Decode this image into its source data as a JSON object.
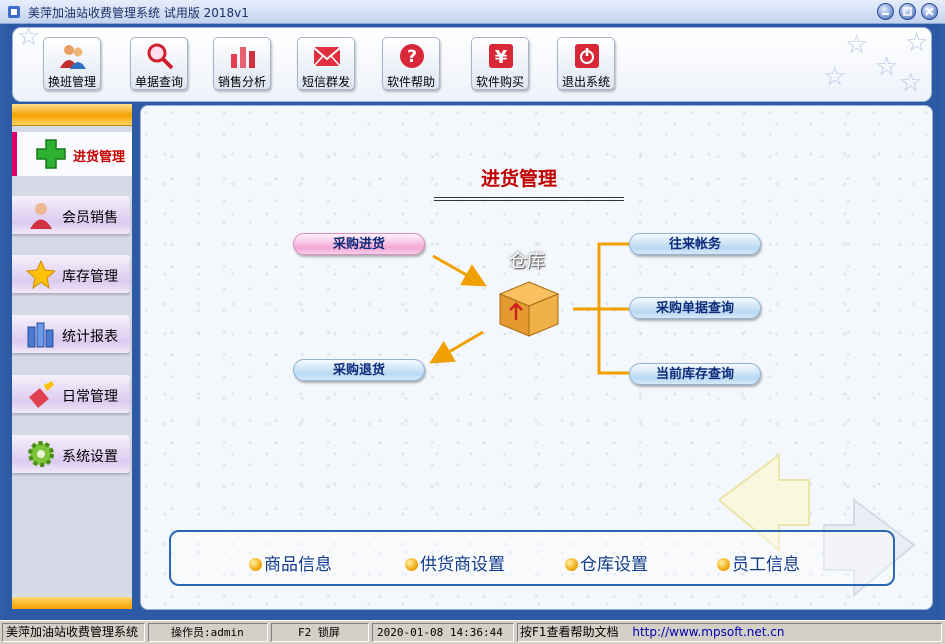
{
  "window": {
    "title": "美萍加油站收费管理系统 试用版 2018v1"
  },
  "toolbar": {
    "buttons": [
      {
        "label": "换班管理",
        "icon": "people-icon"
      },
      {
        "label": "单据查询",
        "icon": "magnifier-icon"
      },
      {
        "label": "销售分析",
        "icon": "bar-chart-icon"
      },
      {
        "label": "短信群发",
        "icon": "envelope-icon"
      },
      {
        "label": "软件帮助",
        "icon": "question-icon"
      },
      {
        "label": "软件购买",
        "icon": "yen-icon"
      },
      {
        "label": "退出系统",
        "icon": "power-icon"
      }
    ]
  },
  "sidebar": {
    "active": {
      "label": "进货管理",
      "icon": "plus-icon"
    },
    "items": [
      {
        "label": "会员销售",
        "icon": "person-icon"
      },
      {
        "label": "库存管理",
        "icon": "star-icon"
      },
      {
        "label": "统计报表",
        "icon": "bars-icon"
      },
      {
        "label": "日常管理",
        "icon": "brush-icon"
      },
      {
        "label": "系统设置",
        "icon": "gear-icon"
      }
    ]
  },
  "main": {
    "title": "进货管理",
    "warehouse_label": "仓库",
    "left_actions": [
      {
        "label": "采购进货"
      },
      {
        "label": "采购退货"
      }
    ],
    "right_actions": [
      {
        "label": "往来帐务"
      },
      {
        "label": "采购单据查询"
      },
      {
        "label": "当前库存查询"
      }
    ],
    "bottom_links": [
      {
        "label": "商品信息"
      },
      {
        "label": "供货商设置"
      },
      {
        "label": "仓库设置"
      },
      {
        "label": "员工信息"
      }
    ]
  },
  "statusbar": {
    "app_name": "美萍加油站收费管理系统",
    "operator": "操作员:admin",
    "lock": "F2 锁屏",
    "datetime": "2020-01-08 14:36:44",
    "help": "按F1查看帮助文档",
    "url": "http://www.mpsoft.net.cn"
  },
  "colors": {
    "accent_red": "#c00000",
    "frame_blue": "#2c5aa4",
    "pill_blue": "#b8d8f2",
    "pill_pink": "#f4a7d6",
    "orange": "#f0a000"
  }
}
